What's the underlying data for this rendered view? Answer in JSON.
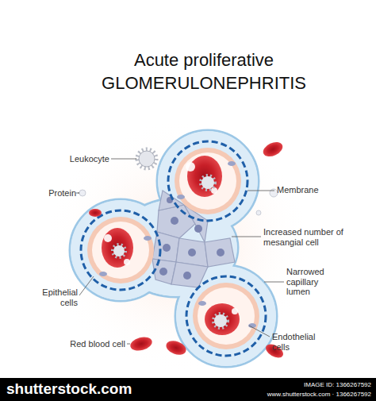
{
  "diagram": {
    "title": "Acute proliferative GLOMERULONEPHRITIS",
    "labels": [
      "Leukocyte",
      "Protein",
      "Epithelial cells",
      "Red blood cell",
      "Membrane",
      "Increased number of mesangial cell",
      "Narrowed capillary lumen",
      "Endothelial cells",
      "shutterstock.com",
      "IMAGE ID: 1366267592",
      "www.shutterstock.com · 1366267592"
    ]
  }
}
